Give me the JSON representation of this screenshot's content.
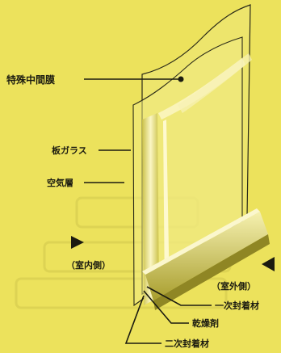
{
  "labels": {
    "special_interlayer": "特殊中間膜",
    "sheet_glass": "板ガラス",
    "air_layer": "空気層",
    "indoor": "（室内側）",
    "outdoor": "（室外側）",
    "primary_sealant": "一次封着材",
    "desiccant": "乾燥剤",
    "secondary_sealant": "二次封着材"
  },
  "colors": {
    "background": "#ece25c",
    "ink": "#1b1b10",
    "glass_edge": "#f3ef9a",
    "spacer": "#b7ad3a"
  },
  "icons": {
    "indoor_arrow": "triangle-right-icon",
    "outdoor_arrow": "triangle-left-icon"
  }
}
